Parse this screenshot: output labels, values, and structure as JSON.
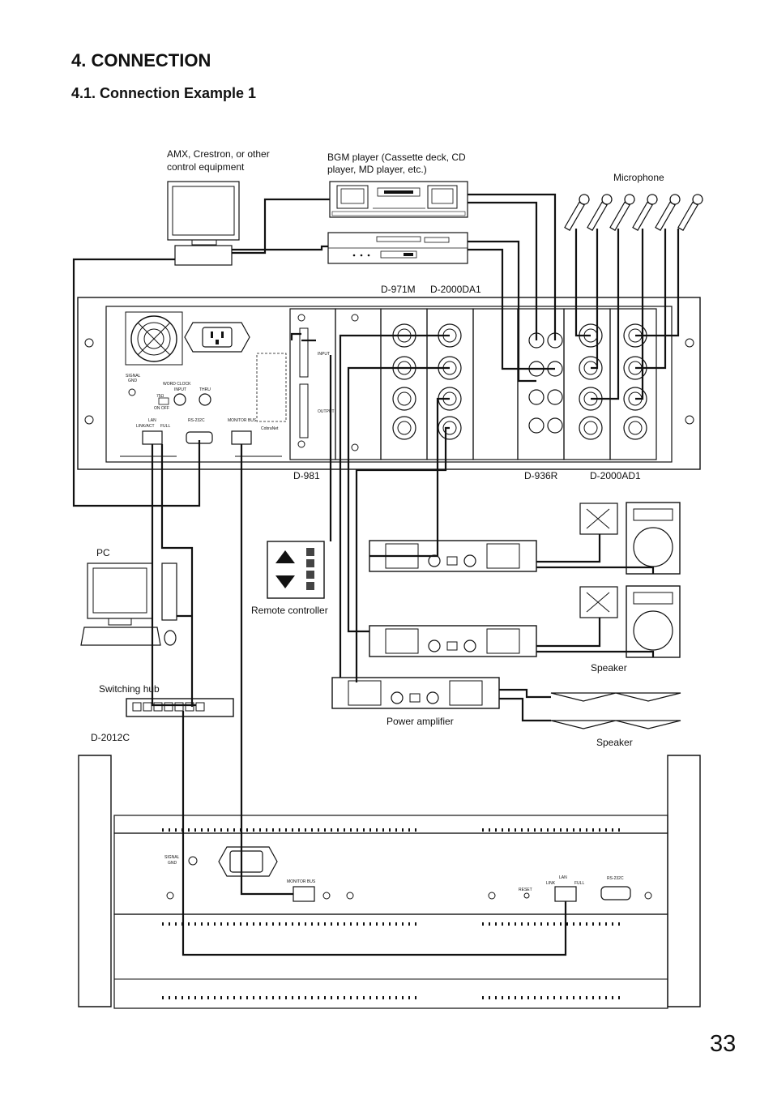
{
  "section_title": "4. CONNECTION",
  "subsection_title": "4.1. Connection Example 1",
  "page_number": "33",
  "labels": {
    "control_line1": "AMX, Crestron, or other",
    "control_line2": "control equipment",
    "bgm_line1": "BGM player (Cassette deck, CD",
    "bgm_line2": "player, MD player, etc.)",
    "microphone": "Microphone",
    "d971m": "D-971M",
    "d2000da1": "D-2000DA1",
    "d981": "D-981",
    "d936r": "D-936R",
    "d2000ad1": "D-2000AD1",
    "pc": "PC",
    "remote_controller": "Remote controller",
    "speaker_upper": "Speaker",
    "switching_hub": "Switching hub",
    "power_amplifier": "Power amplifier",
    "speaker_lower": "Speaker",
    "d2012c": "D-2012C"
  },
  "panel_text": {
    "signal": "SIGNAL",
    "gnd": "GND",
    "word_clock": "WORD CLOCK",
    "input": "INPUT",
    "thru": "THRU",
    "75ohm": "75Ω",
    "on_off": "ON  OFF",
    "lan": "LAN",
    "link_act": "LINK/ACT",
    "full": "FULL",
    "rs232c": "RS-232C",
    "monitor_bus": "MONITOR BUS",
    "cobranet": "CobraNet",
    "output": "OUTPUT",
    "input2": "INPUT",
    "console_signal": "SIGNAL",
    "console_gnd": "GND",
    "console_monitor_bus": "MONITOR BUS",
    "console_reset": "RESET",
    "console_lan": "LAN",
    "console_link": "LINK",
    "console_full": "FULL",
    "console_rs232c": "RS-232C"
  }
}
